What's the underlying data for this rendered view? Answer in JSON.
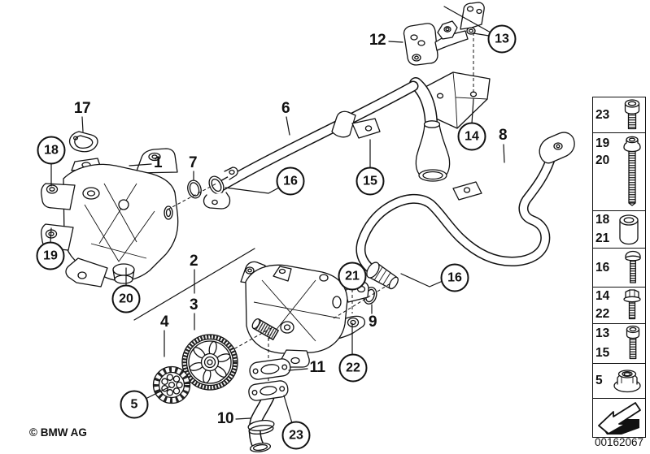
{
  "colors": {
    "ink": "#111111",
    "paper": "#ffffff"
  },
  "callouts": {
    "c1": "1",
    "c2": "2",
    "c3": "3",
    "c4": "4",
    "c5": "5",
    "c6": "6",
    "c7": "7",
    "c8": "8",
    "c9": "9",
    "c10": "10",
    "c11": "11",
    "c12": "12",
    "c13": "13",
    "c14": "14",
    "c15": "15",
    "c16a": "16",
    "c16b": "16",
    "c17": "17",
    "c18": "18",
    "c19": "19",
    "c20": "20",
    "c21": "21",
    "c22": "22",
    "c23": "23"
  },
  "sidebar": {
    "rows": [
      {
        "labels": [
          "23"
        ],
        "icon": "socket-head-bolt-icon"
      },
      {
        "labels": [
          "19",
          "20"
        ],
        "icon": "long-torx-bolt-icon"
      },
      {
        "labels": [
          "18",
          "21"
        ],
        "icon": "sleeve-bushing-icon"
      },
      {
        "labels": [
          "16"
        ],
        "icon": "button-head-bolt-icon"
      },
      {
        "labels": [
          "14",
          "22"
        ],
        "icon": "hex-flange-bolt-icon"
      },
      {
        "labels": [
          "13",
          "15"
        ],
        "icon": "torx-pan-bolt-icon"
      },
      {
        "labels": [
          "5"
        ],
        "icon": "flange-nut-icon"
      },
      {
        "labels": [],
        "icon": "back-arrow-icon"
      }
    ]
  },
  "footer": {
    "copyright": "© BMW AG",
    "doc_number": "00162067"
  }
}
